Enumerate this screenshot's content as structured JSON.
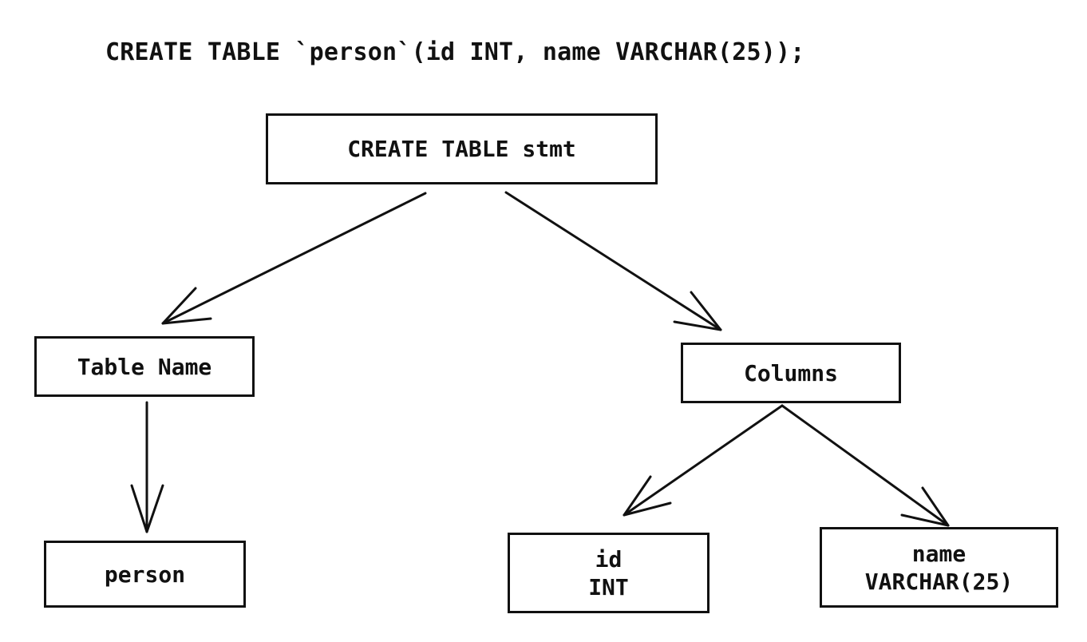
{
  "sql_statement": "CREATE TABLE `person`(id INT, name VARCHAR(25));",
  "nodes": {
    "root": {
      "label": "CREATE TABLE stmt"
    },
    "table_name": {
      "label": "Table Name"
    },
    "person": {
      "label": "person"
    },
    "columns": {
      "label": "Columns"
    },
    "col_id": {
      "name": "id",
      "type": "INT"
    },
    "col_name": {
      "name": "name",
      "type": "VARCHAR(25)"
    }
  },
  "edges": [
    {
      "from": "root",
      "to": "table_name"
    },
    {
      "from": "root",
      "to": "columns"
    },
    {
      "from": "table_name",
      "to": "person"
    },
    {
      "from": "columns",
      "to": "col_id"
    },
    {
      "from": "columns",
      "to": "col_name"
    }
  ]
}
